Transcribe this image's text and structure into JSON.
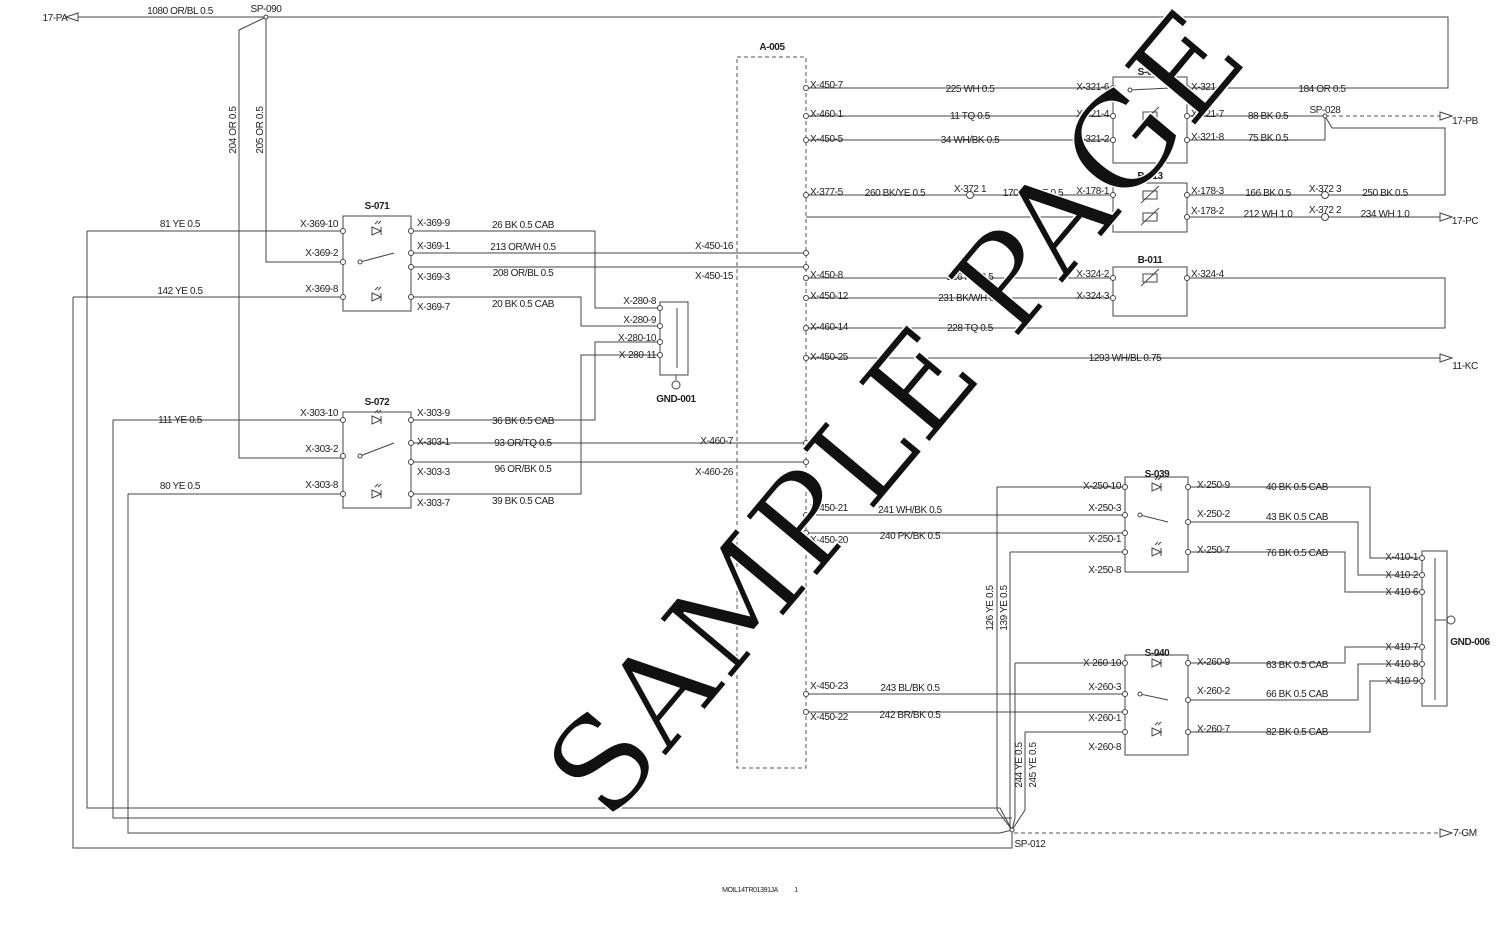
{
  "title_block": {
    "doc_id": "MOIL14TR01391JA",
    "page": "1"
  },
  "watermark": "SAMPLE PAGE",
  "components": {
    "a005": "A-005",
    "s071": "S-071",
    "s072": "S-072",
    "s037": "S-037",
    "b013": "B-013",
    "b011": "B-011",
    "s039": "S-039",
    "s040": "S-040",
    "gnd001": "GND-001",
    "gnd006": "GND-006"
  },
  "splices": {
    "sp090": "SP-090",
    "sp028": "SP-028",
    "sp012": "SP-012"
  },
  "offpage": {
    "pa": "17-PA",
    "pb": "17-PB",
    "pc": "17-PC",
    "kc": "11-KC",
    "gm": "7-GM"
  },
  "pins": {
    "x369_10": "X-369-10",
    "x369_2": "X-369-2",
    "x369_8": "X-369-8",
    "x369_9": "X-369-9",
    "x369_1": "X-369-1",
    "x369_3": "X-369-3",
    "x369_7": "X-369-7",
    "x303_10": "X-303-10",
    "x303_2": "X-303-2",
    "x303_8": "X-303-8",
    "x303_9": "X-303-9",
    "x303_1": "X-303-1",
    "x303_3": "X-303-3",
    "x303_7": "X-303-7",
    "x280_8": "X-280-8",
    "x280_9": "X-280-9",
    "x280_10": "X-280-10",
    "x280_11": "X-280-11",
    "x450_16": "X-450-16",
    "x450_15": "X-450-15",
    "x460_7": "X-460-7",
    "x460_26": "X-460-26",
    "x450_7": "X-450-7",
    "x460_1": "X-460-1",
    "x450_5": "X-450-5",
    "x377_5": "X-377-5",
    "x450_8": "X-450-8",
    "x450_12": "X-450-12",
    "x460_14": "X-460-14",
    "x450_25": "X-450-25",
    "x450_21": "X-450-21",
    "x450_20": "X-450-20",
    "x450_23": "X-450-23",
    "x450_22": "X-450-22",
    "x321_6": "X-321-6",
    "x321_4": "X-321-4",
    "x321_2": "X-321-2",
    "x321_3": "X-321-3",
    "x321_7": "X-321-7",
    "x321_8": "X-321-8",
    "x372_1": "X-372 1",
    "x372_3": "X-372 3",
    "x372_2": "X-372 2",
    "x178_1": "X-178-1",
    "x178_3": "X-178-3",
    "x178_2": "X-178-2",
    "x324_2": "X-324-2",
    "x324_3": "X-324-3",
    "x324_4": "X-324-4",
    "x250_10": "X-250-10",
    "x250_3": "X-250-3",
    "x250_1": "X-250-1",
    "x250_8": "X-250-8",
    "x250_9": "X-250-9",
    "x250_2": "X-250-2",
    "x250_7": "X-250-7",
    "x260_10": "X-260-10",
    "x260_3": "X-260-3",
    "x260_1": "X-260-1",
    "x260_8": "X-260-8",
    "x260_9": "X-260-9",
    "x260_2": "X-260-2",
    "x260_7": "X-260-7",
    "x410_1": "X-410-1",
    "x410_2": "X-410-2",
    "x410_6": "X-410-6",
    "x410_7": "X-410-7",
    "x410_8": "X-410-8",
    "x410_9": "X-410-9"
  },
  "wires": {
    "w1080": "1080 OR/BL 0.5",
    "w204": "204 OR 0.5",
    "w205": "205 OR 0.5",
    "w81": "81 YE 0.5",
    "w142": "142 YE 0.5",
    "w111": "111 YE 0.5",
    "w80": "80 YE 0.5",
    "w26": "26 BK 0.5 CAB",
    "w213": "213 OR/WH 0.5",
    "w208": "208 OR/BL 0.5",
    "w20": "20 BK 0.5 CAB",
    "w36": "36 BK 0.5 CAB",
    "w93": "93 OR/TQ 0.5",
    "w96": "96 OR/BK 0.5",
    "w39": "39 BK 0.5 CAB",
    "w225": "225 WH 0.5",
    "w11": "11 TQ 0.5",
    "w34": "34 WH/BK 0.5",
    "w184": "184 OR 0.5",
    "w88": "88 BK 0.5",
    "w75": "75 BK 0.5",
    "w260": "260 BK/YE 0.5",
    "w170": "170 BK/YE 0.5",
    "w166": "166 BK 0.5",
    "w250": "250 BK 0.5",
    "w212": "212 WH 1.0",
    "w234": "234 WH 1.0",
    "w226": "226 RD 0.5",
    "w231": "231 BK/WH 0.5",
    "w228": "228 TQ 0.5",
    "w1293": "1293 WH/BL 0.75",
    "w241": "241 WH/BK 0.5",
    "w240": "240 PK/BK 0.5",
    "w243": "243 BL/BK 0.5",
    "w242": "242 BR/BK 0.5",
    "w40": "40 BK 0.5 CAB",
    "w43": "43 BK 0.5 CAB",
    "w76": "76 BK 0.5 CAB",
    "w63": "63 BK 0.5 CAB",
    "w66": "66 BK 0.5 CAB",
    "w82": "82 BK 0.5 CAB",
    "w126": "126 YE 0.5",
    "w139": "139 YE 0.5",
    "w244": "244 YE 0.5",
    "w245": "245 YE 0.5"
  }
}
